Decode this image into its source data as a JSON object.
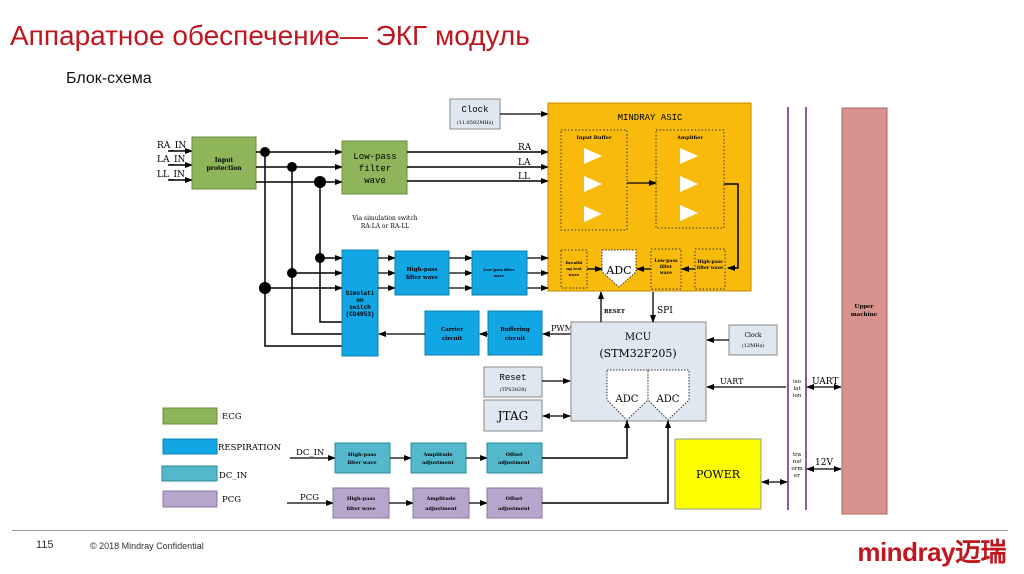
{
  "slide": {
    "title": "Аппаратное обеспечение— ЭКГ модуль",
    "subtitle": "Блок-схема",
    "page_number": "115",
    "copyright": "© 2018  Mindray Confidential",
    "logo": "mindray迈瑞"
  },
  "colors": {
    "title_red": "#c0161e",
    "ecg_green": "#8fb55a",
    "respiration_blue": "#12a6e4",
    "dc_in_teal": "#53b8cc",
    "pcg_purple": "#b7a6cc",
    "asic_orange": "#f8bb0b",
    "mcu_gray": "#dfe7f0",
    "power_yellow": "#ffff00",
    "upper_machine_pink": "#d8938e",
    "isolation_purple": "#8a5aa8"
  },
  "diagram": {
    "inputs": {
      "ra_in": "RA_IN",
      "la_in": "LA_IN",
      "ll_in": "LL_IN"
    },
    "input_protection": [
      "Input",
      "protection"
    ],
    "low_pass": [
      "Low-pass",
      "filter",
      "wave"
    ],
    "leads": {
      "ra": "RA",
      "la": "LA",
      "ll": "LL"
    },
    "clock_asic": {
      "label": "Clock",
      "freq": "(11.0592MHz)"
    },
    "via_note": [
      "Via simulation switch",
      "RA-LA or RA-LL"
    ],
    "asic": {
      "title": "MINDRAY ASIC",
      "input_buffer": "Input Buffer",
      "amplifier": "Amplifier",
      "breathing": [
        "Breathi",
        "ng test",
        "wave"
      ],
      "adc": "ADC",
      "lowpass": [
        "Low-pass",
        "filter",
        "wave"
      ],
      "highpass": [
        "High-pass",
        "filter wave"
      ]
    },
    "sim_switch": [
      "Simulati",
      "on",
      "switch",
      "(CD4053)"
    ],
    "resp_highpass": [
      "High-pass",
      "filter wave"
    ],
    "resp_lowpass": [
      "Low-pass filter",
      "wave"
    ],
    "carrier": [
      "Carrier",
      "circuit"
    ],
    "buffering": [
      "Buffering",
      "circuit"
    ],
    "signals": {
      "pwm": "PWM",
      "reset": "RESET",
      "spi": "SPI",
      "uart": "UART",
      "uart2": "UART",
      "v12": "12V",
      "dc_in": "DC_IN",
      "pcg": "PCG"
    },
    "mcu": {
      "label": "MCU",
      "chip": "(STM32F205)",
      "adc1": "ADC",
      "adc2": "ADC"
    },
    "clock_mcu": {
      "label": "Clock",
      "freq": "(12MHz)"
    },
    "reset_block": {
      "label": "Reset",
      "chip": "(TPS3828)"
    },
    "jtag": "JTAG",
    "isolation": [
      "iso",
      "lat",
      "ion"
    ],
    "transformer": [
      "tra",
      "nsf",
      "orm",
      "er"
    ],
    "upper_machine": [
      "Upper",
      "machine"
    ],
    "power": "POWER",
    "dc_chain": [
      [
        "High-pass",
        "filter wave"
      ],
      [
        "Amplitude",
        "adjustment"
      ],
      [
        "Offset",
        "adjustment"
      ]
    ],
    "pcg_chain": [
      [
        "High-pass",
        "filter wave"
      ],
      [
        "Amplitude",
        "adjustment"
      ],
      [
        "Offset",
        "adjustment"
      ]
    ],
    "legend": [
      {
        "label": "ECG",
        "color": "#8fb55a"
      },
      {
        "label": "RESPIRATION",
        "color": "#12a6e4"
      },
      {
        "label": "DC_IN",
        "color": "#53b8cc"
      },
      {
        "label": "PCG",
        "color": "#b7a6cc"
      }
    ]
  }
}
